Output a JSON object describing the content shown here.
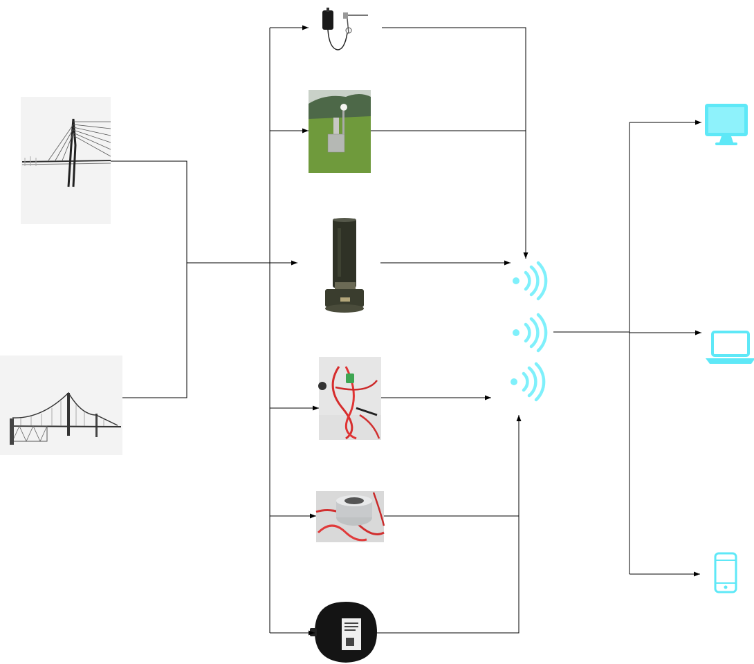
{
  "diagram": {
    "sources": [
      {
        "name": "cable-stayed-bridge"
      },
      {
        "name": "suspension-bridge"
      }
    ],
    "sensors": [
      {
        "name": "temperature-probe-sensor"
      },
      {
        "name": "gnss-monitoring-station"
      },
      {
        "name": "cylindrical-sensor"
      },
      {
        "name": "red-cable-sensor"
      },
      {
        "name": "ring-sensor"
      },
      {
        "name": "dome-sensor"
      }
    ],
    "transmission": {
      "name": "wireless-signal"
    },
    "terminals": [
      {
        "name": "desktop-monitor-icon"
      },
      {
        "name": "laptop-icon"
      },
      {
        "name": "mobile-phone-icon"
      }
    ]
  },
  "colors": {
    "line": "#000000",
    "wireless": "#7ff0fb",
    "terminal": "#5ee8f7",
    "photo_background": "#f2f2f2"
  }
}
